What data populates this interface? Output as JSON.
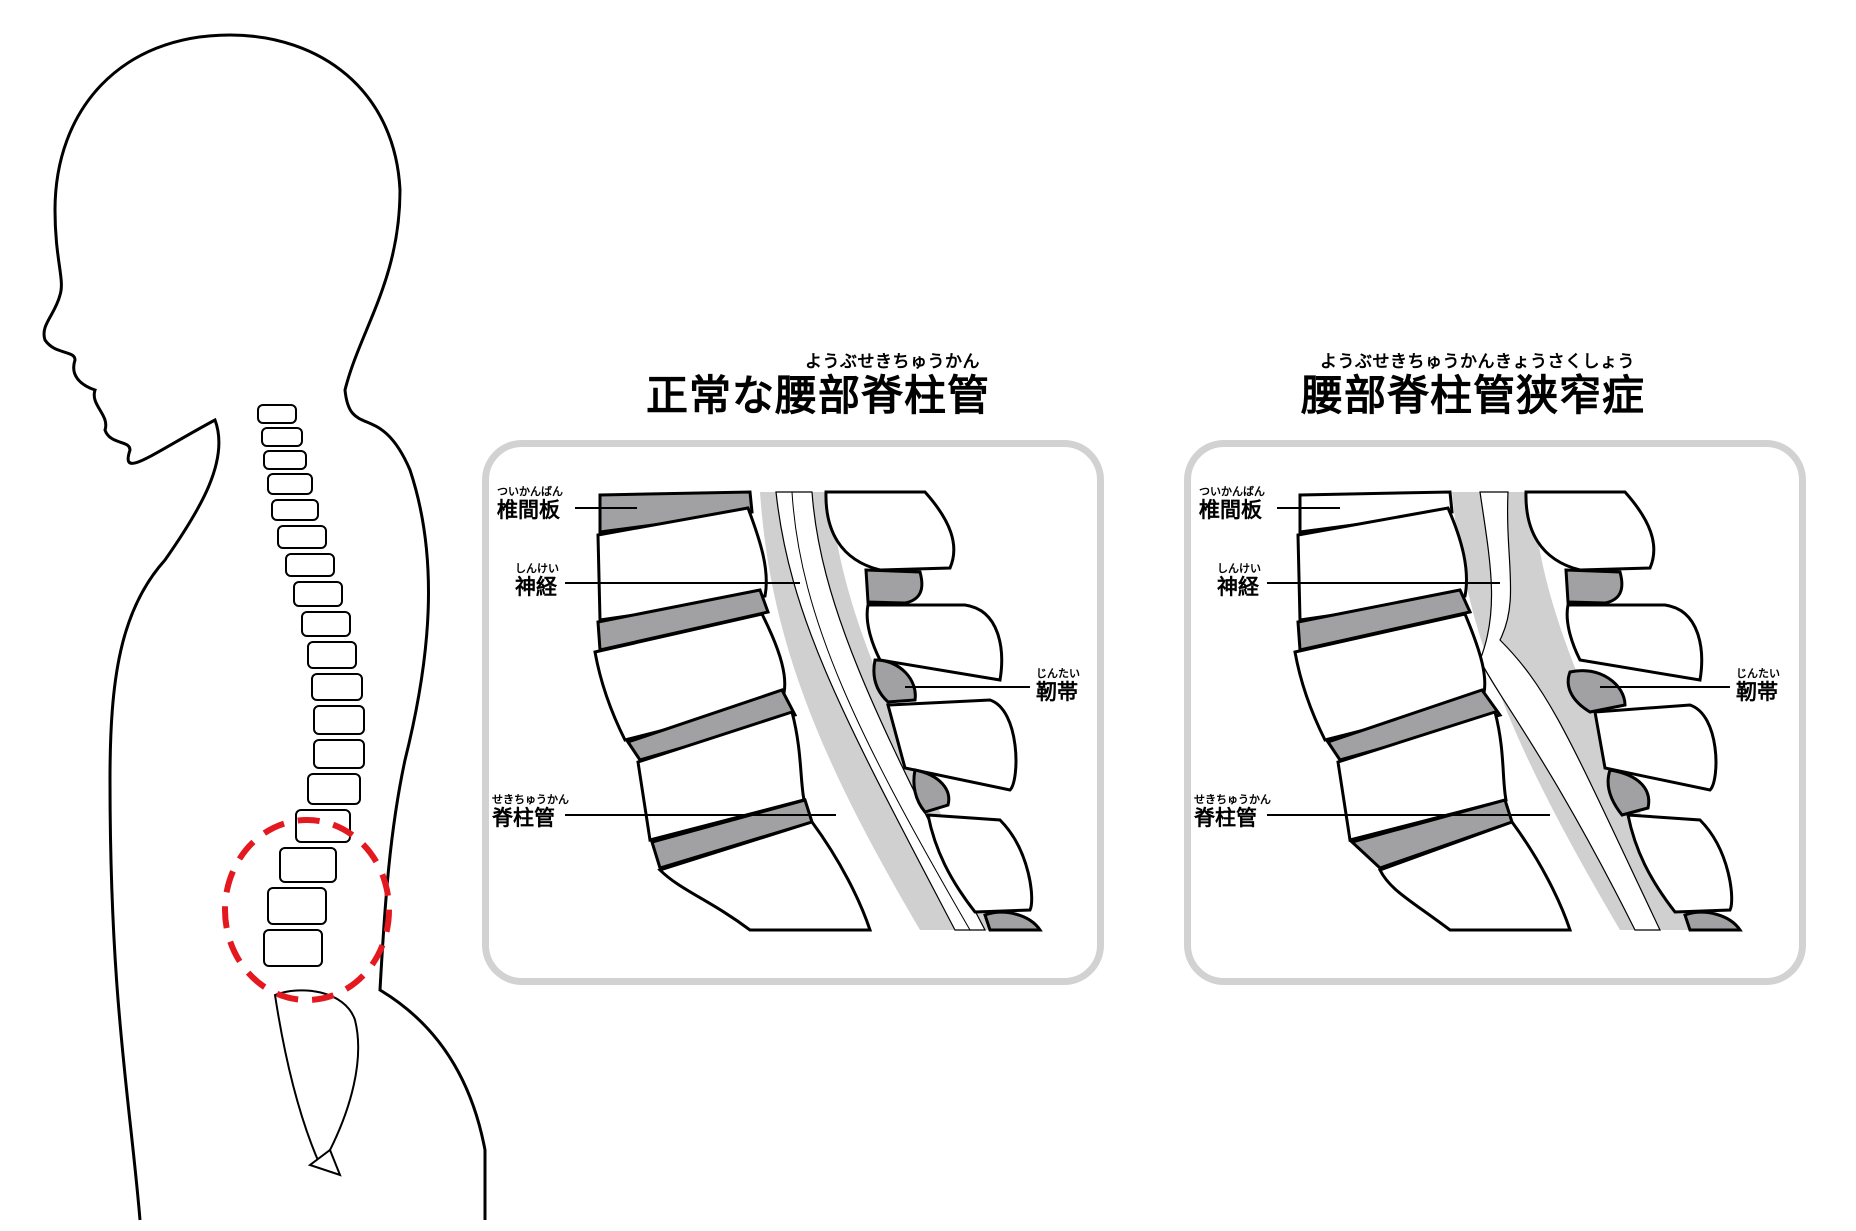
{
  "figure": {
    "normal": {
      "ruby": "ようぶせきちゅうかん",
      "title": "正常な腰部脊柱管"
    },
    "stenosis": {
      "ruby": "ようぶせきちゅうかんきょうさくしょう",
      "title": "腰部脊柱管狭窄症"
    },
    "labels": {
      "disc": {
        "ruby": "ついかんばん",
        "text": "椎間板"
      },
      "nerve": {
        "ruby": "しんけい",
        "text": "神経"
      },
      "ligament": {
        "ruby": "じんたい",
        "text": "靭帯"
      },
      "canal": {
        "ruby": "せきちゅうかん",
        "text": "脊柱管"
      }
    },
    "colors": {
      "panel_border": "#d2d2d2",
      "disc_fill": "#a1a1a4",
      "canal_fill": "#d0d0d0",
      "highlight_circle": "#e3191f",
      "outline": "#000000"
    }
  }
}
